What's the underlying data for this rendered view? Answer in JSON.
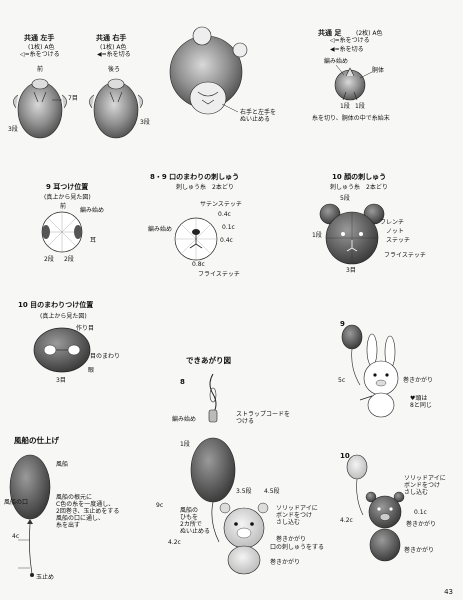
{
  "hands": {
    "left_title": "共通 左手",
    "left_sub": "(1枚) A色",
    "right_title": "共通 右手",
    "right_sub": "(1枚) A色",
    "legend_put": "◁=糸をつける",
    "legend_cut": "◀=糸を切る",
    "label_front": "前",
    "label_back": "後ろ",
    "row7": "7目",
    "row3a": "3段",
    "row3b": "3段",
    "sew_note": "右手と左手を\nぬい止める"
  },
  "feet": {
    "title": "共通 足",
    "title_sub": "(2枚) A色",
    "legend_put": "◁=糸をつける",
    "legend_cut": "◀=糸を切る",
    "start": "編み始め",
    "body": "胴体",
    "row1": "1段",
    "row1b": "1段",
    "note": "糸を切り、胴体の中で糸始末"
  },
  "ears": {
    "title": "9 耳つけ位置",
    "sub": "(真上から見た図)",
    "front": "前",
    "start": "編み始め",
    "ear": "耳",
    "row2a": "2段",
    "row2b": "2段"
  },
  "mouth": {
    "title": "8・9 口のまわりの刺しゅう",
    "sub": "刺しゅう糸　2本どり",
    "satin": "サテンステッチ",
    "start": "編み始め",
    "fly": "フライステッチ",
    "c1": "0.4c",
    "c2": "0.1c",
    "c3": "0.4c",
    "c4": "0.8c"
  },
  "face": {
    "title": "10 顔の刺しゅう",
    "sub": "刺しゅう糸　2本どり",
    "row5": "5段",
    "row1": "1段",
    "row3": "3目",
    "french": "フレンチ",
    "knot": "ノット",
    "stitch": "ステッチ",
    "fly": "フライステッチ"
  },
  "eyes": {
    "title": "10 目のまわりつけ位置",
    "sub": "(真上から見た図)",
    "start": "作り目",
    "around": "目のまわり",
    "eye": "眼",
    "row3": "3目"
  },
  "finished": {
    "title": "できあがり図",
    "step8": "8",
    "strap": "ストラップコードを\nつける",
    "start": "編み始め",
    "row1": "1段",
    "c9": "9c",
    "c42": "4.2c",
    "balloon_string": "風船の\nひもを\n2カ所で\nぬい止める",
    "r35": "3.5段",
    "r45": "4.5段",
    "solid_eye": "ソリッドアイに\nボンドをつけ\nさし込む",
    "wind": "巻きかがり",
    "mouth": "口の刺しゅうをする",
    "wind2": "巻きかがり"
  },
  "balloon": {
    "title": "風船の仕上げ",
    "balloon": "風船",
    "mouth_label": "風船の口",
    "steps": "風船の根元に\nC色の糸を一度通し、\n2回巻き、玉止めをする\n風船の口に通し、\n糸を出す",
    "c4": "4c",
    "knot": "玉止め"
  },
  "rabbit": {
    "step": "9",
    "wind": "巻きかがり",
    "note": "♥頭は\n8と同じ",
    "c5": "5c"
  },
  "bear": {
    "step": "10",
    "solid_eye": "ソリッドアイに\nボンドをつけ\nさし込む",
    "c01": "0.1c",
    "wind": "巻きかがり",
    "c42": "4.2c",
    "wind2": "巻きかがり"
  },
  "page_number": "43"
}
